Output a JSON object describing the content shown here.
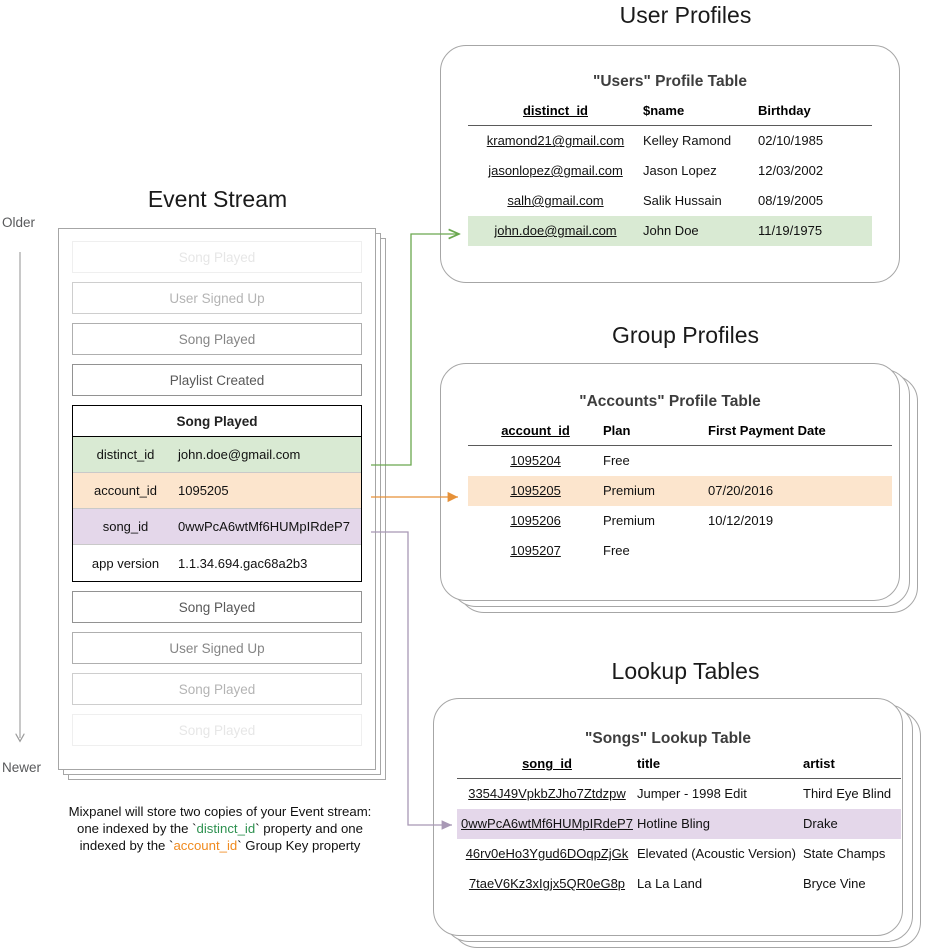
{
  "sections": {
    "event_stream_title": "Event Stream",
    "user_profiles_title": "User Profiles",
    "group_profiles_title": "Group Profiles",
    "lookup_tables_title": "Lookup Tables"
  },
  "timeline": {
    "top_label": "Older",
    "bottom_label": "Newer"
  },
  "event_stream": {
    "events_above": [
      {
        "label": "Song Played"
      },
      {
        "label": "User Signed Up"
      },
      {
        "label": "Song Played"
      },
      {
        "label": "Playlist Created"
      }
    ],
    "expanded_event": {
      "name": "Song Played",
      "properties": [
        {
          "key": "distinct_id",
          "value": "john.doe@gmail.com",
          "highlight": "green"
        },
        {
          "key": "account_id",
          "value": "1095205",
          "highlight": "orange"
        },
        {
          "key": "song_id",
          "value": "0wwPcA6wtMf6HUMpIRdeP7",
          "highlight": "purple"
        },
        {
          "key": "app version",
          "value": "1.1.34.694.gac68a2b3",
          "highlight": "none"
        }
      ]
    },
    "events_below": [
      {
        "label": "Song Played"
      },
      {
        "label": "User Signed Up"
      },
      {
        "label": "Song Played"
      },
      {
        "label": "Song Played"
      }
    ]
  },
  "users_table": {
    "title": "\"Users\" Profile Table",
    "columns": [
      "distinct_id",
      "$name",
      "Birthday"
    ],
    "rows": [
      {
        "distinct_id": "kramond21@gmail.com",
        "name": "Kelley Ramond",
        "birthday": "02/10/1985",
        "highlight": "none"
      },
      {
        "distinct_id": "jasonlopez@gmail.com",
        "name": "Jason Lopez",
        "birthday": "12/03/2002",
        "highlight": "none"
      },
      {
        "distinct_id": "salh@gmail.com",
        "name": "Salik Hussain",
        "birthday": "08/19/2005",
        "highlight": "none"
      },
      {
        "distinct_id": "john.doe@gmail.com",
        "name": "John Doe",
        "birthday": "11/19/1975",
        "highlight": "green"
      }
    ]
  },
  "accounts_table": {
    "title": "\"Accounts\" Profile Table",
    "columns": [
      "account_id",
      "Plan",
      "First Payment Date"
    ],
    "rows": [
      {
        "account_id": "1095204",
        "plan": "Free",
        "first_payment_date": "",
        "highlight": "none"
      },
      {
        "account_id": "1095205",
        "plan": "Premium",
        "first_payment_date": "07/20/2016",
        "highlight": "orange"
      },
      {
        "account_id": "1095206",
        "plan": "Premium",
        "first_payment_date": "10/12/2019",
        "highlight": "none"
      },
      {
        "account_id": "1095207",
        "plan": "Free",
        "first_payment_date": "",
        "highlight": "none"
      }
    ]
  },
  "songs_table": {
    "title": "\"Songs\" Lookup Table",
    "columns": [
      "song_id",
      "title",
      "artist"
    ],
    "rows": [
      {
        "song_id": "3354J49VpkbZJho7Ztdzpw",
        "title": "Jumper - 1998 Edit",
        "artist": "Third Eye Blind",
        "highlight": "none"
      },
      {
        "song_id": "0wwPcA6wtMf6HUMpIRdeP7",
        "title": "Hotline Bling",
        "artist": "Drake",
        "highlight": "purple"
      },
      {
        "song_id": "46rv0eHo3Ygud6DOqpZjGk",
        "title": "Elevated (Acoustic Version)",
        "artist": "State Champs",
        "highlight": "none"
      },
      {
        "song_id": "7taeV6Kz3xIgjx5QR0eG8p",
        "title": "La La Land",
        "artist": "Bryce Vine",
        "highlight": "none"
      }
    ]
  },
  "caption": {
    "line1": "Mixpanel will store two copies of your Event stream:",
    "line2_pre": "one indexed by the `",
    "line2_token": "distinct_id",
    "line2_post": "` property and one",
    "line3_pre": "indexed by the `",
    "line3_token": "account_id",
    "line3_post": "` Group Key property"
  },
  "colors": {
    "green_highlight": "#d9ead3",
    "orange_highlight": "#fce5cd",
    "purple_highlight": "#e4d7ea",
    "green_connector": "#6aa84f",
    "orange_connector": "#e69138",
    "purple_connector": "#a898b5",
    "card_border": "#a6a6a6",
    "token_green": "#2e9150",
    "token_orange": "#f08a1e"
  }
}
